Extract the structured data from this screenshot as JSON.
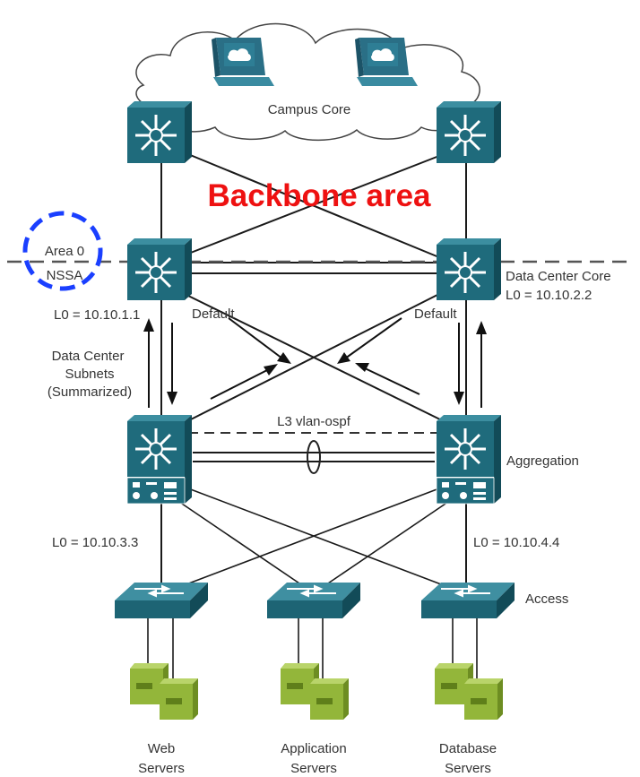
{
  "backbone_label": "Backbone area",
  "area_label_line1": "Area 0",
  "area_label_line2": "NSSA",
  "campus_core_label": "Campus Core",
  "dc_core_label": "Data Center Core",
  "lo_left_core": "L0 = 10.10.1.1",
  "lo_right_core": "L0 = 10.10.2.2",
  "default_left": "Default",
  "default_right": "Default",
  "dc_subnets_line1": "Data Center",
  "dc_subnets_line2": "Subnets",
  "dc_subnets_line3": "(Summarized)",
  "l3_vlan_label": "L3 vlan-ospf",
  "aggregation_label": "Aggregation",
  "lo_left_agg": "L0 = 10.10.3.3",
  "lo_right_agg": "L0 = 10.10.4.4",
  "access_label": "Access",
  "web_servers_line1": "Web",
  "web_servers_line2": "Servers",
  "app_servers_line1": "Application",
  "app_servers_line2": "Servers",
  "db_servers_line1": "Database",
  "db_servers_line2": "Servers",
  "colors": {
    "backbone_text": "#ee1111",
    "area_circle": "#1a3fff",
    "switch": "#1f6b7c",
    "server": "#93b63a"
  }
}
